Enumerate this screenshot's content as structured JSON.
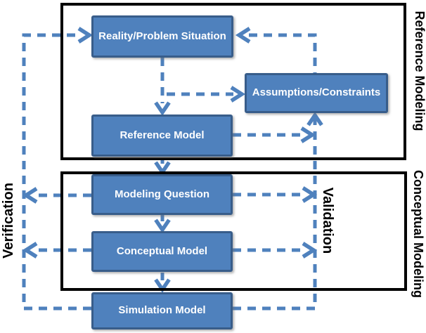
{
  "diagram": {
    "frames": [
      {
        "id": "reference-modeling",
        "label": "Reference Modeling"
      },
      {
        "id": "conceptual-modeling",
        "label": "Conceptual Modeling"
      }
    ],
    "boxes": [
      {
        "id": "reality-problem-situation",
        "label": "Reality/Problem Situation"
      },
      {
        "id": "assumptions-constraints",
        "label": "Assumptions/Constraints"
      },
      {
        "id": "reference-model",
        "label": "Reference Model"
      },
      {
        "id": "modeling-question",
        "label": "Modeling Question"
      },
      {
        "id": "conceptual-model",
        "label": "Conceptual Model"
      },
      {
        "id": "simulation-model",
        "label": "Simulation Model"
      }
    ],
    "side_labels": [
      {
        "id": "verification",
        "label": "Verification"
      },
      {
        "id": "validation",
        "label": "Validation"
      }
    ],
    "colors": {
      "box_fill": "#4f81bd",
      "box_border": "#385d8a",
      "connector_blue": "#4f81bd",
      "frame_black": "#000000",
      "box_text": "#ffffff",
      "label_text": "#000000"
    }
  }
}
